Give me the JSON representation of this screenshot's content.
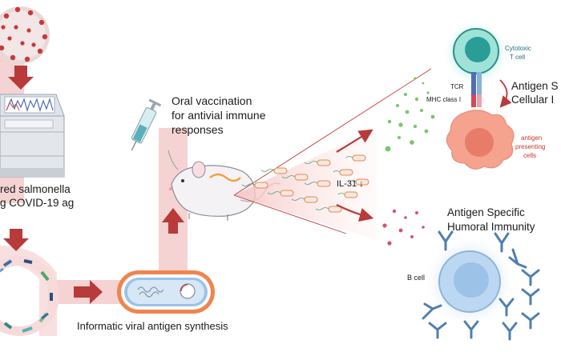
{
  "labels": {
    "salmonella_line1": "red salmonella",
    "salmonella_line2": "g COVID-19 ag",
    "oral_line1": "Oral vaccination",
    "oral_line2": "for antivial immune",
    "oral_line3": "responses",
    "synthesis": "Informatic viral antigen synthesis",
    "il31": "IL-31 ↓",
    "cytotoxic_line1": "Cytotoxic",
    "cytotoxic_line2": "T cell",
    "tcr": "TCR",
    "mhc": "MHC class I",
    "apc_line1": "antigen",
    "apc_line2": "presenting",
    "apc_line3": "cells",
    "cellular_line1": "Antigen S",
    "cellular_line2": "Cellular I",
    "humoral_line1": "Antigen Specific",
    "humoral_line2": "Humoral Immunity",
    "bcell": "B cell"
  },
  "colors": {
    "arrow_red": "#b83a3a",
    "band_pink": "#f4c9c9",
    "tcell_teal": "#2a9d97",
    "apc_salmon": "#e98b78",
    "bcell_blue": "#9cc2e8",
    "antibody_blue": "#4f7fb0",
    "dot_green": "#7cc46c",
    "dot_red": "#d2556a"
  }
}
